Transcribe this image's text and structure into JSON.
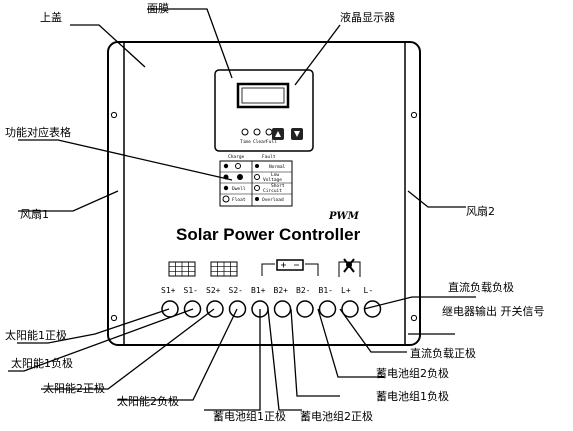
{
  "callouts": {
    "top_cover": "上盖",
    "membrane": "面膜",
    "lcd": "液晶显示器",
    "function_table": "功能对应表格",
    "fan1": "风扇1",
    "fan2": "风扇2",
    "dc_load_negative": "直流负载负极",
    "relay_signal": "继电器输出 开关信号",
    "dc_load_positive": "直流负载正极",
    "battery2_negative": "蓄电池组2负极",
    "battery1_negative": "蓄电池组1负极",
    "battery2_positive": "蓄电池组2正极",
    "battery1_positive": "蓄电池组1正极",
    "solar1_positive": "太阳能1正极",
    "solar1_negative": "太阳能1负极",
    "solar2_positive": "太阳能2正极",
    "solar2_negative": "太阳能2负极"
  },
  "panel": {
    "buttons": [
      "Time",
      "Clear",
      "Full"
    ],
    "table_headers": [
      "Charge",
      "Fault"
    ],
    "charge_rows": [
      "",
      "",
      "Dwell",
      "Float"
    ],
    "fault_rows": [
      "Normal",
      "Low\nVoltage",
      "Short\nCircuit",
      "Overload"
    ],
    "pwm": "PWM",
    "title": "Solar Power Controller"
  },
  "terminals": [
    "S1+",
    "S1-",
    "S2+",
    "S2-",
    "B1+",
    "B2+",
    "B2-",
    "B1-",
    "L+",
    "L-"
  ]
}
